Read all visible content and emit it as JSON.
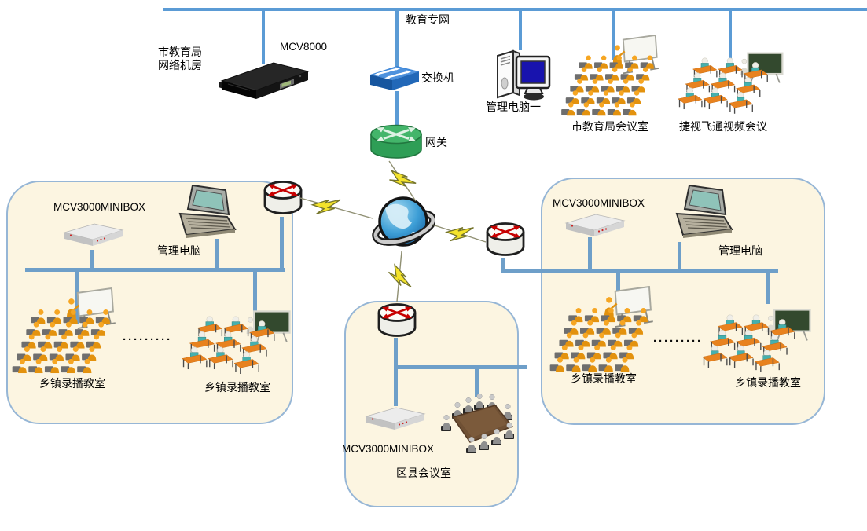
{
  "diagram": {
    "backbone_label": "教育专网",
    "hq": {
      "room_line1": "市教育局",
      "room_line2": "网络机房",
      "server_label": "MCV8000",
      "switch_label": "交换机",
      "gateway_label": "网关",
      "admin_pc_label": "管理电脑一",
      "conference_room_label": "市教育局会议室",
      "video_conference_label": "捷视飞通视频会议"
    },
    "left": {
      "minibox_label": "MCV3000MINIBOX",
      "admin_pc_label": "管理电脑",
      "classroom1_label": "乡镇录播教室",
      "ellipsis": "·········",
      "classroom2_label": "乡镇录播教室"
    },
    "right": {
      "minibox_label": "MCV3000MINIBOX",
      "admin_pc_label": "管理电脑",
      "classroom1_label": "乡镇录播教室",
      "ellipsis": "·········",
      "classroom2_label": "乡镇录播教室"
    },
    "district": {
      "minibox_label": "MCV3000MINIBOX",
      "room_label": "区县会议室"
    },
    "colors": {
      "backbone_line": "#5B9BD5",
      "branch_line": "#6E9FC9",
      "zone_fill": "#FCF5E1",
      "zone_border": "#96B6D6",
      "router_arrow": "#C70000",
      "gateway_green": "#43B56A"
    }
  }
}
